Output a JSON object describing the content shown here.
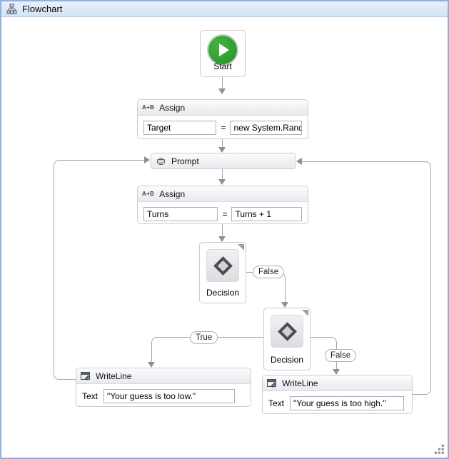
{
  "titlebar": {
    "title": "Flowchart"
  },
  "colors": {
    "window_border": "#8ab4e4",
    "titlebar_bg": "#d9e7f7",
    "connector": "#a4a4ae",
    "arrowhead": "#8f8f99",
    "start_green": "#27a023",
    "diamond_stroke": "#4c4c52"
  },
  "nodes": {
    "start": {
      "label": "Start"
    },
    "assign_target": {
      "icon": "A+B",
      "title": "Assign",
      "target": "Target",
      "operator": "=",
      "value": "new System.Random"
    },
    "prompt": {
      "title": "Prompt"
    },
    "assign_turns": {
      "icon": "A+B",
      "title": "Assign",
      "target": "Turns",
      "operator": "=",
      "value": "Turns + 1"
    },
    "decision_first": {
      "label": "Decision"
    },
    "decision_second": {
      "label": "Decision"
    },
    "writeline_low": {
      "title": "WriteLine",
      "field_label": "Text",
      "value": "\"Your guess is too low.\""
    },
    "writeline_high": {
      "title": "WriteLine",
      "field_label": "Text",
      "value": "\"Your guess is too high.\""
    }
  },
  "connector_labels": {
    "decision1_false": "False",
    "decision2_true": "True",
    "decision2_false": "False"
  }
}
